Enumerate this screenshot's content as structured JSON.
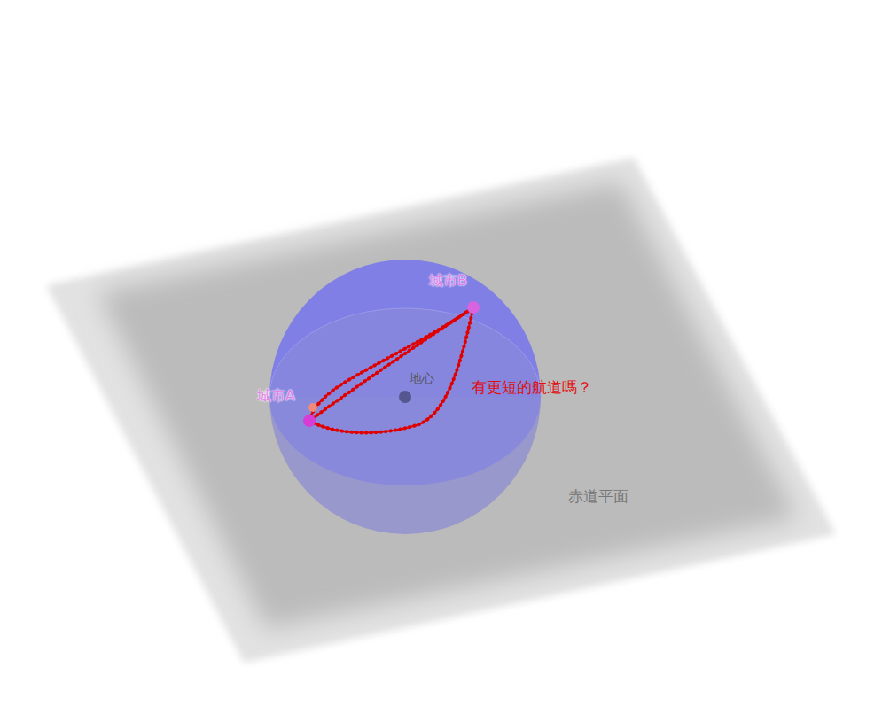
{
  "diagram": {
    "labels": [
      "城市B",
      "城市A",
      "地心",
      "有更短的航道嗎？",
      "赤道平面"
    ]
  }
}
